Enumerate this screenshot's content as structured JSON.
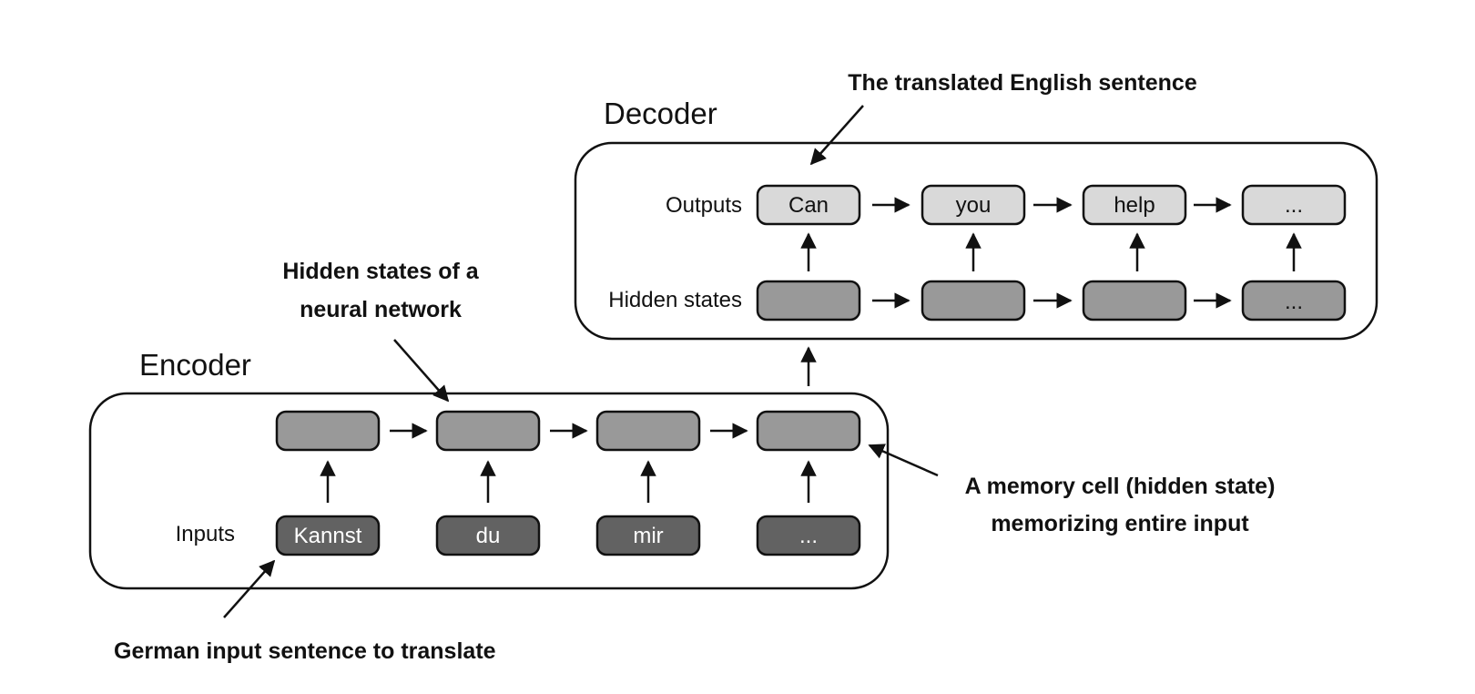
{
  "encoder": {
    "title": "Encoder",
    "inputs_label": "Inputs",
    "inputs": [
      "Kannst",
      "du",
      "mir",
      "..."
    ]
  },
  "decoder": {
    "title": "Decoder",
    "outputs_label": "Outputs",
    "hidden_label": "Hidden states",
    "outputs": [
      "Can",
      "you",
      "help",
      "..."
    ],
    "hidden": [
      "",
      "",
      "",
      "..."
    ]
  },
  "annotations": {
    "translated": "The translated English sentence",
    "hidden_states_line1": "Hidden states of a",
    "hidden_states_line2": "neural network",
    "memory_cell_line1": "A memory cell (hidden state)",
    "memory_cell_line2": "memorizing entire input",
    "german_input": "German input sentence to translate"
  },
  "colors": {
    "input_box": "#626262",
    "hidden_box": "#999999",
    "output_box": "#d9d9d9",
    "outline": "#111111"
  }
}
